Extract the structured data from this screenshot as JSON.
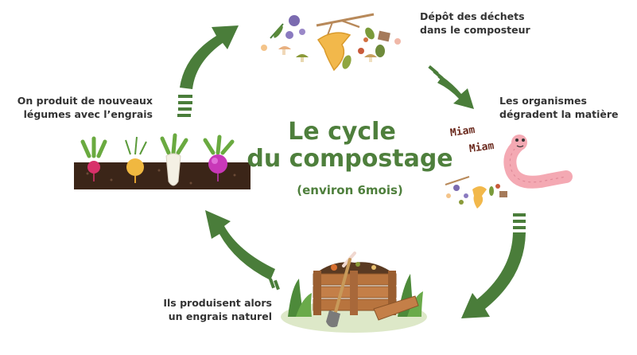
{
  "title": {
    "line1": "Le cycle",
    "line2": "du compostage",
    "duration": "(environ 6mois)"
  },
  "steps": [
    {
      "id": "deposit",
      "label": "Dépôt des déchets\ndans le composteur"
    },
    {
      "id": "degrade",
      "label": "Les organismes\ndégradent la matière"
    },
    {
      "id": "fertilizer",
      "label": "Ils produisent alors\nun engrais naturel"
    },
    {
      "id": "vegetables",
      "label": "On produit de nouveaux\nlégumes avec l’engrais"
    }
  ],
  "worm_sounds": [
    "Miam",
    "Miam"
  ],
  "colors": {
    "arrow_green": "#4a7d3a",
    "title_green": "#4e7f3c",
    "text_dark": "#333333",
    "soil": "#3b2518",
    "worm_pink": "#f4a9b3"
  }
}
